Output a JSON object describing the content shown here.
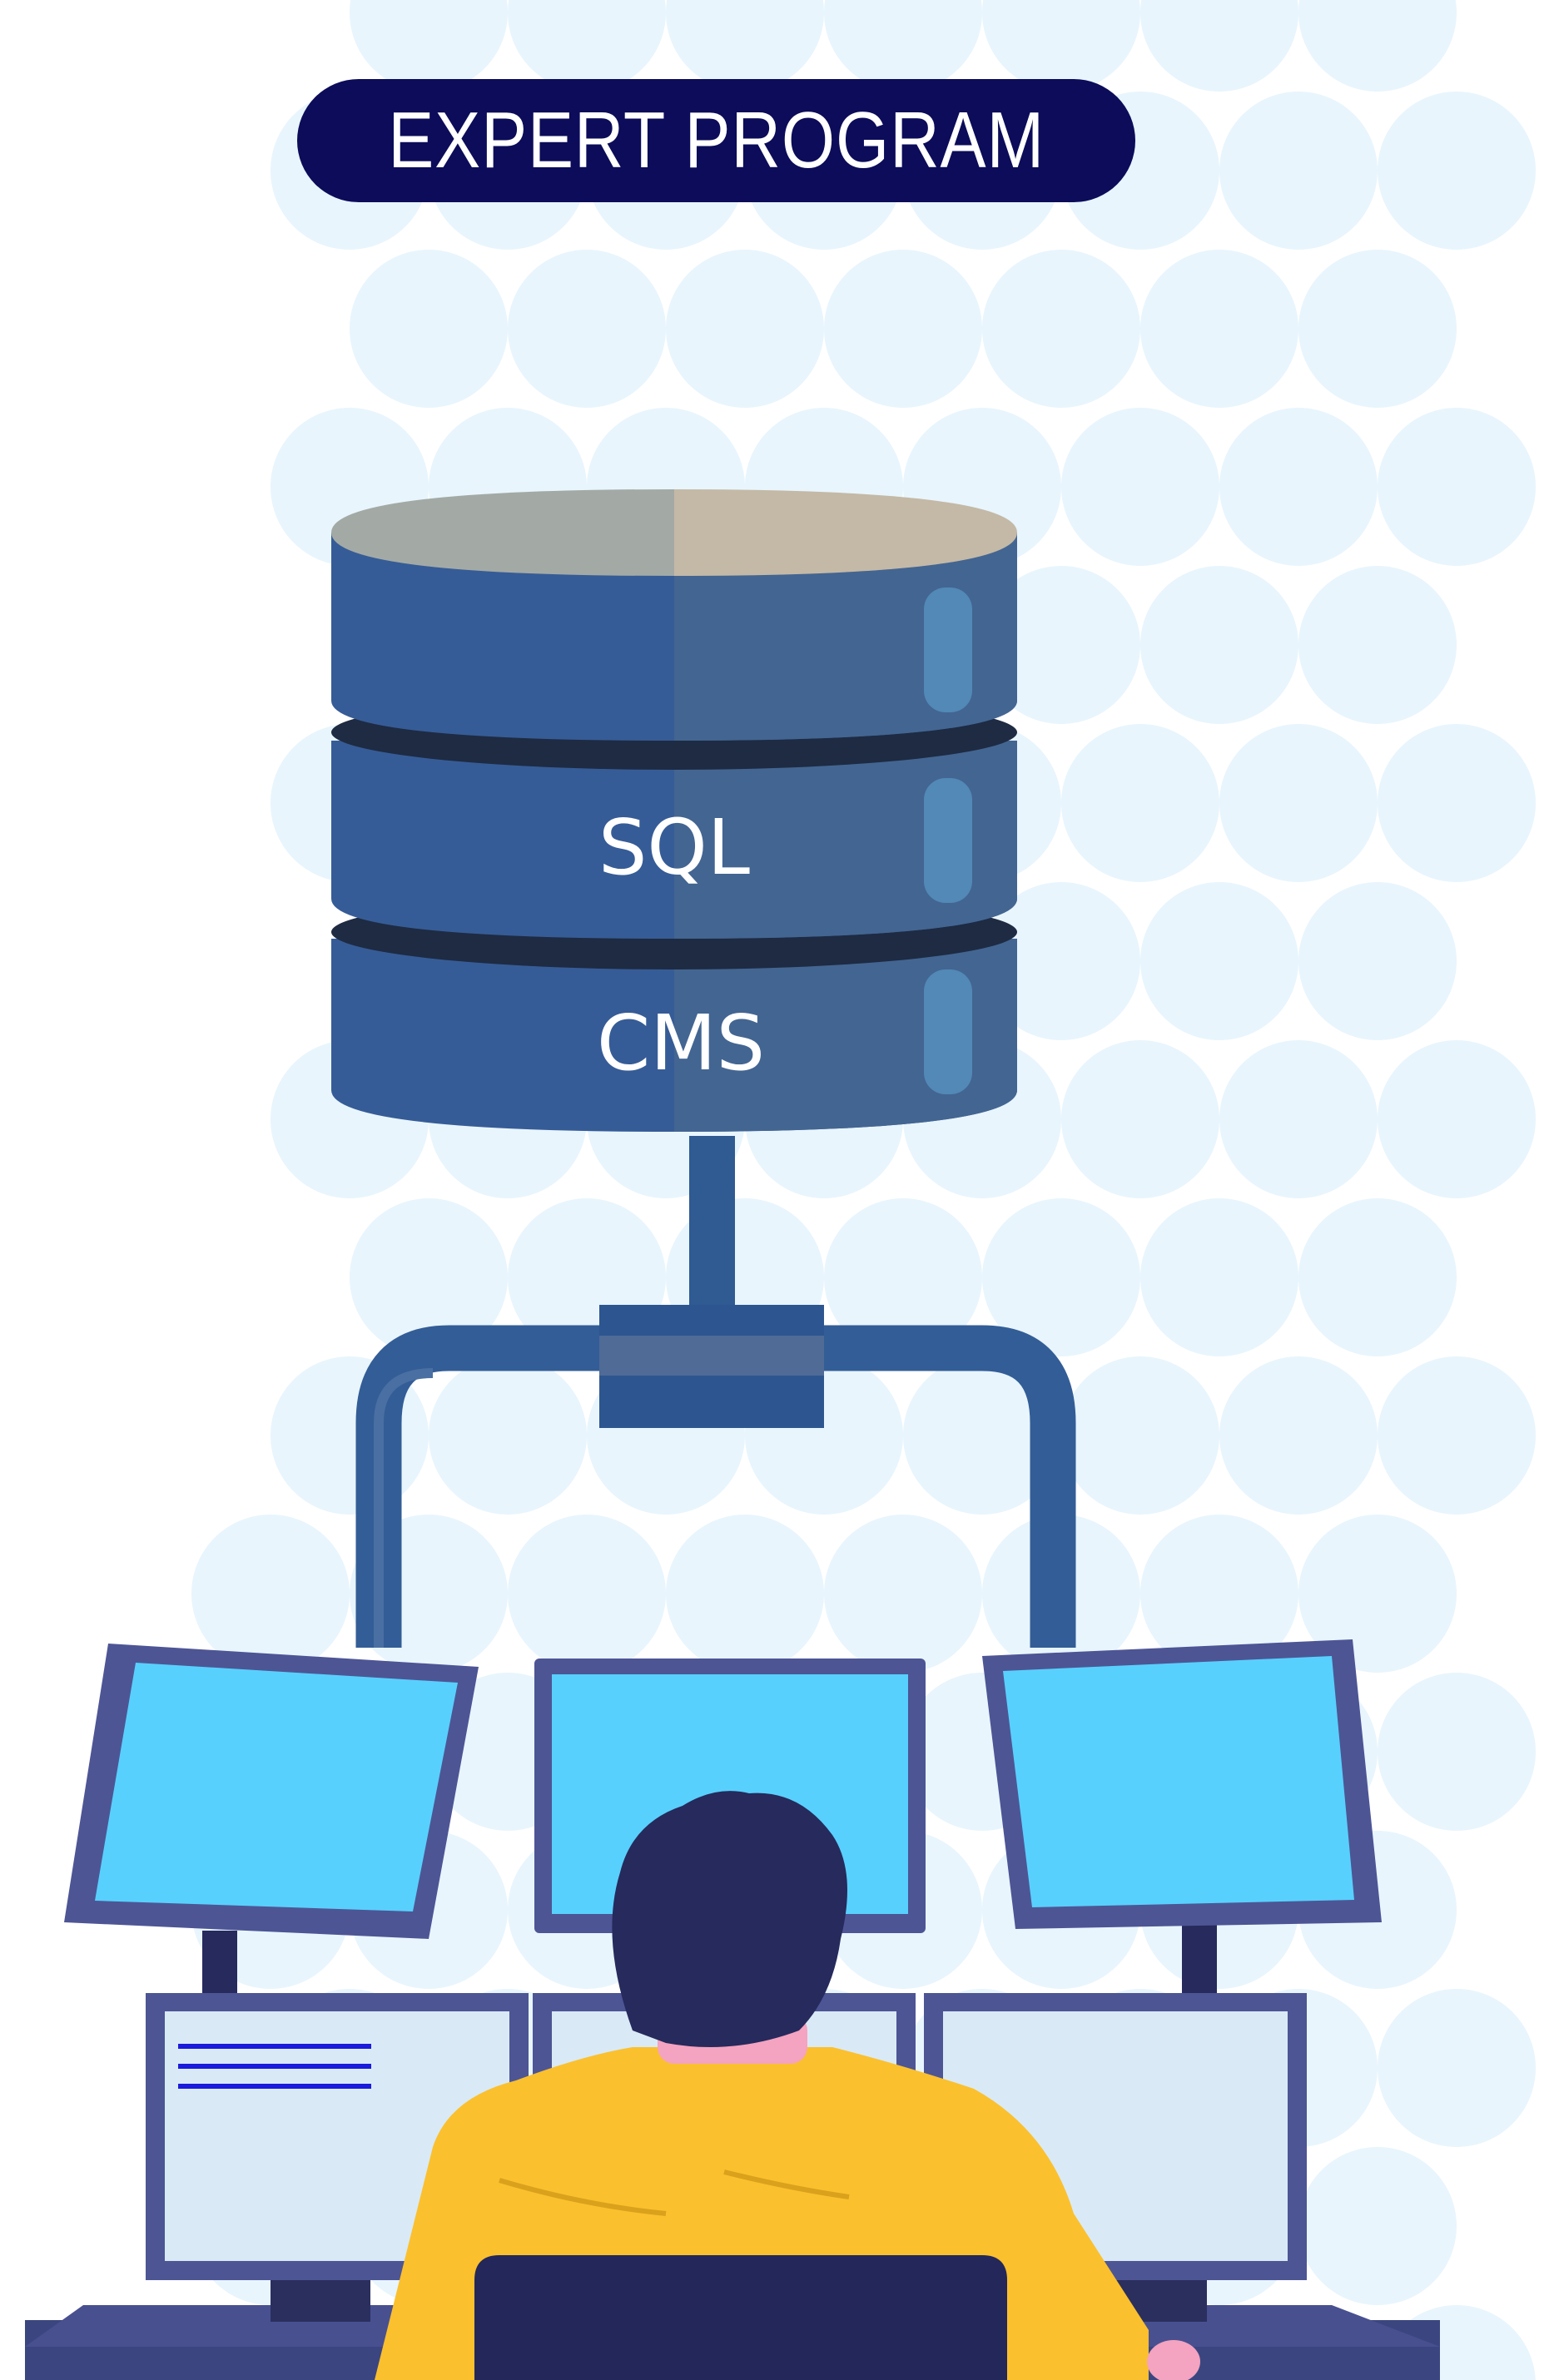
{
  "banner": {
    "title": "EXPERT PROGRAM"
  },
  "database": {
    "layers": [
      "SQL",
      "CMS"
    ],
    "colors": {
      "body": "#365c97",
      "body_shade": "#436592",
      "top_left": "#a3aaa5",
      "top_right": "#c4b9a6",
      "gap": "#1e2b42",
      "indicator": "#5289b6"
    }
  },
  "monitors": {
    "screen_color": "#58d0fd",
    "lower_screen_color": "#d9eaf6",
    "frame_color": "#4d5595"
  },
  "person": {
    "shirt_color": "#fbc02d",
    "hair_color": "#262a5c"
  },
  "background": {
    "dot_color": "#e8f5fd"
  }
}
